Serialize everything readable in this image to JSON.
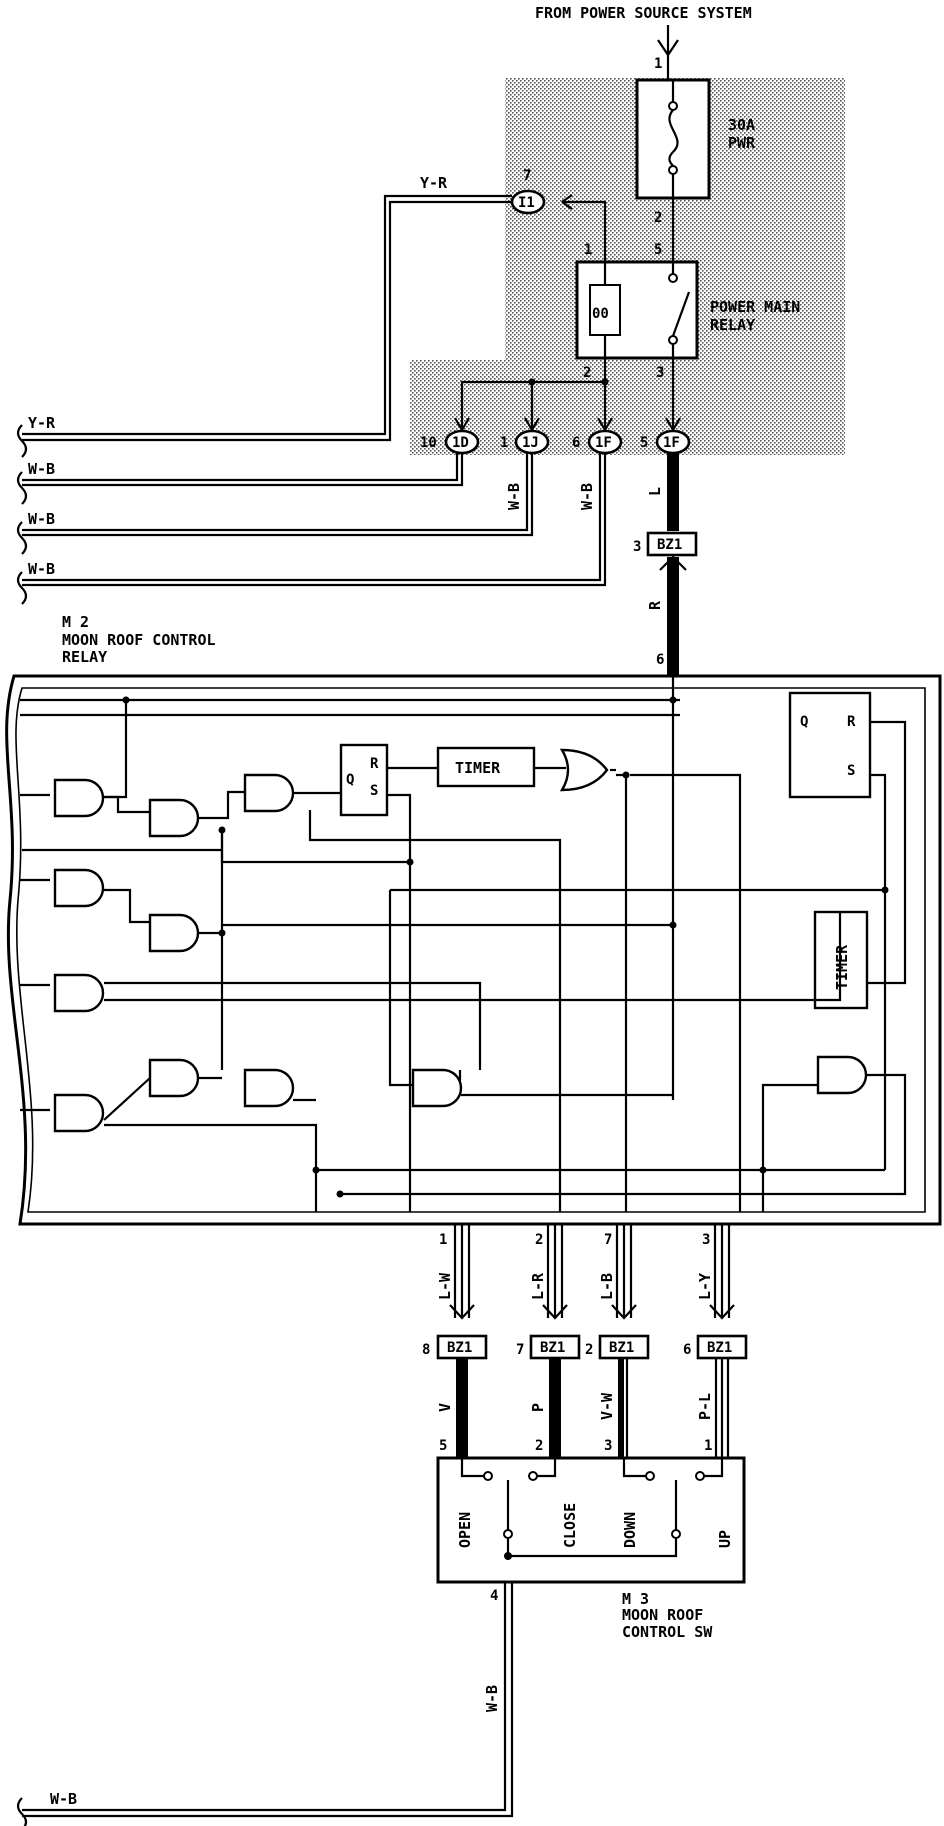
{
  "title": "FROM POWER SOURCE SYSTEM",
  "components": {
    "fuse": {
      "line1": "30A",
      "line2": "PWR"
    },
    "main_relay": {
      "line1": "POWER MAIN",
      "line2": "RELAY"
    },
    "control_relay": {
      "id": "M 2",
      "line1": "MOON ROOF CONTROL",
      "line2": "RELAY"
    },
    "control_sw": {
      "id": "M 3",
      "line1": "MOON ROOF",
      "line2": "CONTROL SW"
    }
  },
  "logic": {
    "timer1": "TIMER",
    "timer2": "TIMER",
    "q": "Q",
    "r": "R",
    "s": "S"
  },
  "connectors": {
    "i1": "I1",
    "one_d": "1D",
    "one_j": "1J",
    "one_f": "1F",
    "one_f2": "1F",
    "bz1": "BZ1"
  },
  "wires": {
    "y_r": "Y-R",
    "w_b": "W-B",
    "l": "L",
    "r": "R",
    "l_w": "L-W",
    "l_r": "L-R",
    "l_b": "L-B",
    "l_y": "L-Y",
    "v": "V",
    "p": "P",
    "v_w": "V-W",
    "p_l": "P-L"
  },
  "pins": {
    "p1": "1",
    "p2": "2",
    "p5": "5",
    "p1b": "1",
    "p2b": "2",
    "p3": "3",
    "p7": "7",
    "p10": "10",
    "p1j": "1",
    "p6": "6",
    "p5f": "5",
    "p3bz": "3",
    "p6relay": "6",
    "o1": "1",
    "o2": "2",
    "o7": "7",
    "o3": "3",
    "b8": "8",
    "b7": "7",
    "b2": "2",
    "b6": "6",
    "s5": "5",
    "s2": "2",
    "s3": "3",
    "s1": "1",
    "s4": "4"
  },
  "switch_labels": {
    "open": "OPEN",
    "close": "CLOSE",
    "down": "DOWN",
    "up": "UP"
  }
}
